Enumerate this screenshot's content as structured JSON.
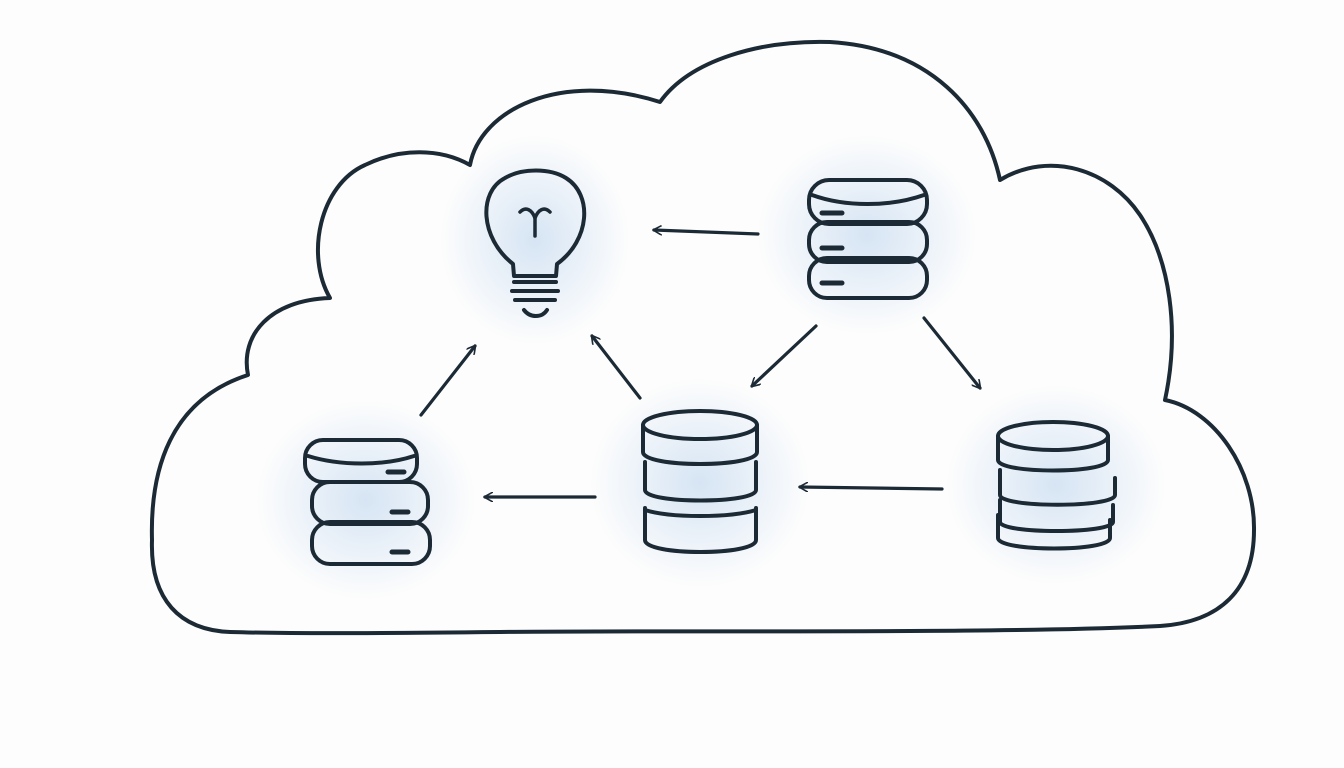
{
  "diagram": {
    "colors": {
      "background": "#fdfdfd",
      "ink": "#1c2a36",
      "glow": "#cfe0f2"
    },
    "nodes": [
      {
        "id": "idea",
        "kind": "lightbulb",
        "icon": "lightbulb-icon"
      },
      {
        "id": "db-top-right",
        "kind": "database",
        "icon": "server-stack-icon",
        "layers": 3
      },
      {
        "id": "db-bottom-left",
        "kind": "database",
        "icon": "server-stack-icon",
        "layers": 3
      },
      {
        "id": "db-bottom-center",
        "kind": "database",
        "icon": "database-stack-icon",
        "layers": 3
      },
      {
        "id": "db-bottom-right",
        "kind": "database",
        "icon": "database-stack-icon",
        "layers": 3
      }
    ],
    "edges": [
      {
        "from": "db-top-right",
        "to": "idea"
      },
      {
        "from": "db-top-right",
        "to": "db-bottom-center"
      },
      {
        "from": "db-top-right",
        "to": "db-bottom-right"
      },
      {
        "from": "db-bottom-left",
        "to": "idea"
      },
      {
        "from": "db-bottom-center",
        "to": "idea"
      },
      {
        "from": "db-bottom-center",
        "to": "db-bottom-left"
      },
      {
        "from": "db-bottom-right",
        "to": "db-bottom-center"
      }
    ],
    "container": {
      "icon": "cloud-icon"
    }
  }
}
